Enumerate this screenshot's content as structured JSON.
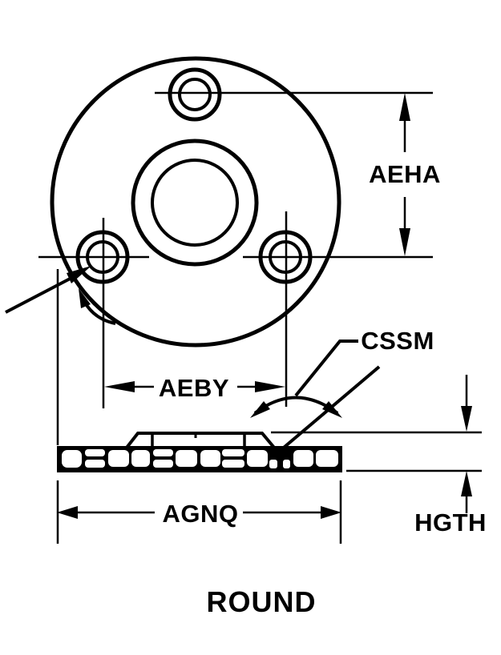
{
  "drawing": {
    "caption": "ROUND",
    "labels": {
      "aeha": "AEHA",
      "cssm": "CSSM",
      "aeby": "AEBY",
      "agnq": "AGNQ",
      "hgth": "HGTH"
    },
    "colors": {
      "ink": "#000000",
      "background": "#ffffff"
    }
  }
}
